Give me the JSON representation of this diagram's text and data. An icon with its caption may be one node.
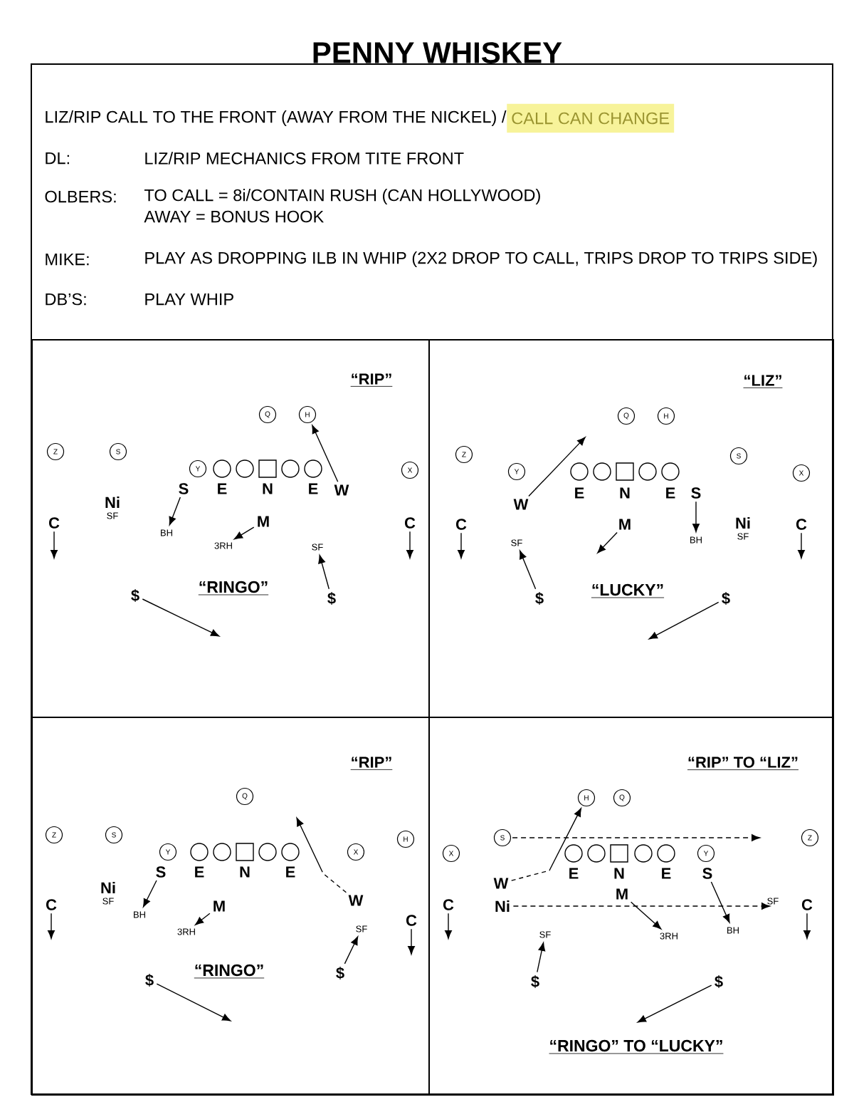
{
  "diagram": {
    "title": "PENNY WHISKEY",
    "nodes": [
      {
        "text": [
          "“RIP”",
          "“RINGO”"
        ]
      },
      {
        "text": [
          "Q"
        ],
        "in": 0
      },
      {
        "text": [
          "H"
        ],
        "in": 0
      },
      {
        "text": [
          "Z"
        ],
        "in": 0
      },
      {
        "text": [
          "S"
        ],
        "in": 0
      },
      {
        "text": [
          "Y"
        ],
        "in": 0
      },
      {
        "text": [],
        "shape": "circle",
        "in": 0
      },
      {
        "text": [],
        "shape": "circle",
        "in": 0
      },
      {
        "text": [],
        "shape": "box",
        "in": 0
      },
      {
        "text": [],
        "shape": "circle",
        "in": 0
      },
      {
        "text": [],
        "shape": "circle",
        "in": 0
      },
      {
        "text": [
          "X"
        ],
        "in": 0
      },
      {
        "text": [
          "S"
        ],
        "in": 0
      },
      {
        "text": [
          "E"
        ],
        "in": 0
      },
      {
        "text": [
          "N"
        ],
        "in": 0
      },
      {
        "text": [
          "E"
        ],
        "in": 0
      },
      {
        "text": [
          "W"
        ],
        "in": 0
      },
      {
        "text": [
          "Ni"
        ],
        "beside": [
          "SF"
        ],
        "in": 0
      },
      {
        "text": [
          "C"
        ],
        "in": 0
      },
      {
        "text": [
          "M"
        ],
        "in": 0
      },
      {
        "text": [
          "C"
        ],
        "in": 0
      },
      {
        "text": [
          "BH"
        ],
        "in": 0
      },
      {
        "text": [
          "3RH"
        ],
        "in": 0
      },
      {
        "text": [
          "SF"
        ],
        "in": 0
      },
      {
        "text": [
          "$"
        ],
        "in": 0
      },
      {
        "text": [
          "$"
        ],
        "in": 0
      },
      {
        "text": [
          "“LIZ”",
          "“LUCKY”"
        ]
      },
      {
        "text": [
          "Q"
        ],
        "in": 26
      },
      {
        "text": [
          "H"
        ],
        "in": 26
      },
      {
        "text": [
          "Z"
        ],
        "in": 26
      },
      {
        "text": [
          "S"
        ],
        "in": 26
      },
      {
        "text": [
          "Y"
        ],
        "in": 26
      },
      {
        "text": [],
        "shape": "circle",
        "in": 26
      },
      {
        "text": [],
        "shape": "circle",
        "in": 26
      },
      {
        "text": [],
        "shape": "box",
        "in": 26
      },
      {
        "text": [],
        "shape": "circle",
        "in": 26
      },
      {
        "text": [],
        "shape": "circle",
        "in": 26
      },
      {
        "text": [
          "X"
        ],
        "in": 26
      },
      {
        "text": [
          "E"
        ],
        "in": 26
      },
      {
        "text": [
          "N"
        ],
        "in": 26
      },
      {
        "text": [
          "E"
        ],
        "in": 26
      },
      {
        "text": [
          "S"
        ],
        "in": 26
      },
      {
        "text": [
          "W"
        ],
        "in": 26
      },
      {
        "text": [
          "C"
        ],
        "in": 26
      },
      {
        "text": [
          "M"
        ],
        "in": 26
      },
      {
        "text": [
          "Ni"
        ],
        "beside": [
          "SF"
        ],
        "in": 26
      },
      {
        "text": [
          "C"
        ],
        "in": 26
      },
      {
        "text": [
          "BH"
        ],
        "in": 26
      },
      {
        "text": [
          "SF"
        ],
        "in": 26
      },
      {
        "text": [
          "$"
        ],
        "in": 26
      },
      {
        "text": [
          "$"
        ],
        "in": 26
      },
      {
        "text": [
          "“RIP”",
          "“RINGO”"
        ]
      },
      {
        "text": [
          "Q"
        ],
        "in": 51
      },
      {
        "text": [
          "Z"
        ],
        "in": 51
      },
      {
        "text": [
          "S"
        ],
        "in": 51
      },
      {
        "text": [
          "H"
        ],
        "in": 51
      },
      {
        "text": [
          "Y"
        ],
        "in": 51
      },
      {
        "text": [],
        "shape": "circle",
        "in": 51
      },
      {
        "text": [],
        "shape": "circle",
        "in": 51
      },
      {
        "text": [],
        "shape": "box",
        "in": 51
      },
      {
        "text": [],
        "shape": "circle",
        "in": 51
      },
      {
        "text": [],
        "shape": "circle",
        "in": 51
      },
      {
        "text": [
          "X"
        ],
        "in": 51
      },
      {
        "text": [
          "S"
        ],
        "in": 51
      },
      {
        "text": [
          "E"
        ],
        "in": 51
      },
      {
        "text": [
          "N"
        ],
        "in": 51
      },
      {
        "text": [
          "E"
        ],
        "in": 51
      },
      {
        "text": [
          "Ni"
        ],
        "beside": [
          "SF"
        ],
        "in": 51
      },
      {
        "text": [
          "W"
        ],
        "in": 51
      },
      {
        "text": [
          "C"
        ],
        "in": 51
      },
      {
        "text": [
          "M"
        ],
        "in": 51
      },
      {
        "text": [
          "BH"
        ],
        "in": 51
      },
      {
        "text": [
          "C"
        ],
        "in": 51
      },
      {
        "text": [
          "SF"
        ],
        "in": 51
      },
      {
        "text": [
          "3RH"
        ],
        "in": 51
      },
      {
        "text": [
          "$"
        ],
        "in": 51
      },
      {
        "text": [
          "$"
        ],
        "in": 51
      },
      {
        "text": [
          "“RIP” TO “LIZ”",
          "“RINGO” TO “LUCKY”"
        ]
      },
      {
        "text": [
          "H"
        ],
        "in": 77
      },
      {
        "text": [
          "Q"
        ],
        "in": 77
      },
      {
        "text": [
          "S"
        ],
        "in": 77
      },
      {
        "text": [
          "Z"
        ],
        "in": 77
      },
      {
        "text": [
          "X"
        ],
        "in": 77
      },
      {
        "text": [],
        "shape": "circle",
        "in": 77
      },
      {
        "text": [],
        "shape": "circle",
        "in": 77
      },
      {
        "text": [],
        "shape": "box",
        "in": 77
      },
      {
        "text": [],
        "shape": "circle",
        "in": 77
      },
      {
        "text": [],
        "shape": "circle",
        "in": 77
      },
      {
        "text": [
          "Y"
        ],
        "in": 77
      },
      {
        "text": [
          "E"
        ],
        "in": 77
      },
      {
        "text": [
          "N"
        ],
        "in": 77
      },
      {
        "text": [
          "E"
        ],
        "in": 77
      },
      {
        "text": [
          "S"
        ],
        "in": 77
      },
      {
        "text": [
          "W"
        ],
        "in": 77
      },
      {
        "text": [
          "SF"
        ],
        "in": 77
      },
      {
        "text": [
          "C"
        ],
        "in": 77
      },
      {
        "text": [
          "Ni"
        ],
        "in": 77
      },
      {
        "text": [
          "M"
        ],
        "in": 77
      },
      {
        "text": [
          "C"
        ],
        "in": 77
      },
      {
        "text": [
          "BH"
        ],
        "in": 77
      },
      {
        "text": [
          "3RH"
        ],
        "in": 77
      },
      {
        "text": [
          "SF"
        ],
        "in": 77
      },
      {
        "text": [
          "$"
        ],
        "in": 77
      },
      {
        "text": [
          "$"
        ],
        "in": 77
      }
    ],
    "edges": [
      {
        "from": 16,
        "to": 2,
        "arrow": "to"
      },
      {
        "from": 12,
        "to": 21,
        "arrow": "to"
      },
      {
        "from": 19,
        "to": 22,
        "arrow": "to"
      },
      {
        "from": 18,
        "to": null,
        "arrow": "to"
      },
      {
        "from": 20,
        "to": null,
        "arrow": "to"
      },
      {
        "from": 24,
        "to": null,
        "arrow": "to"
      },
      {
        "from": 25,
        "to": 23,
        "arrow": "to"
      },
      {
        "from": 42,
        "to": null,
        "arrow": "to"
      },
      {
        "from": 41,
        "to": 47,
        "arrow": "to"
      },
      {
        "from": 44,
        "to": null,
        "arrow": "to"
      },
      {
        "from": 43,
        "to": null,
        "arrow": "to"
      },
      {
        "from": 46,
        "to": null,
        "arrow": "to"
      },
      {
        "from": 49,
        "to": 48,
        "arrow": "to"
      },
      {
        "from": 50,
        "to": null,
        "arrow": "to"
      },
      {
        "from": 68,
        "to": null,
        "arrow": "to",
        "style": "dashed"
      },
      {
        "from": 63,
        "to": 71,
        "arrow": "to"
      },
      {
        "from": 70,
        "to": 74,
        "arrow": "to"
      },
      {
        "from": 69,
        "to": null,
        "arrow": "to"
      },
      {
        "from": 72,
        "to": null,
        "arrow": "to"
      },
      {
        "from": 76,
        "to": null,
        "arrow": "to"
      },
      {
        "from": 75,
        "to": 73,
        "arrow": "to"
      },
      {
        "from": 80,
        "to": null,
        "arrow": "to",
        "style": "dashed"
      },
      {
        "from": 93,
        "to": 78,
        "arrow": "to",
        "style": "dashed"
      },
      {
        "from": 96,
        "to": 94,
        "arrow": "to",
        "style": "dashed"
      },
      {
        "from": 92,
        "to": 99,
        "arrow": "to"
      },
      {
        "from": 97,
        "to": 100,
        "arrow": "to"
      },
      {
        "from": 95,
        "to": null,
        "arrow": "to"
      },
      {
        "from": 98,
        "to": null,
        "arrow": "to"
      },
      {
        "from": 102,
        "to": 101,
        "arrow": "to"
      },
      {
        "from": 103,
        "to": null,
        "arrow": "to"
      }
    ],
    "labels": [
      "LIZ/RIP CALL TO THE FRONT (AWAY FROM THE NICKEL) /",
      "CALL CAN CHANGE",
      "DL:",
      "LIZ/RIP MECHANICS FROM TITE FRONT",
      "OLBERS:",
      "TO CALL = 8i/CONTAIN RUSH (CAN HOLLYWOOD)",
      "AWAY = BONUS HOOK",
      "MIKE:",
      "PLAY AS DROPPING ILB IN WHIP (2X2 DROP TO CALL, TRIPS DROP TO TRIPS SIDE)",
      "DB’S:",
      "PLAY WHIP"
    ]
  }
}
